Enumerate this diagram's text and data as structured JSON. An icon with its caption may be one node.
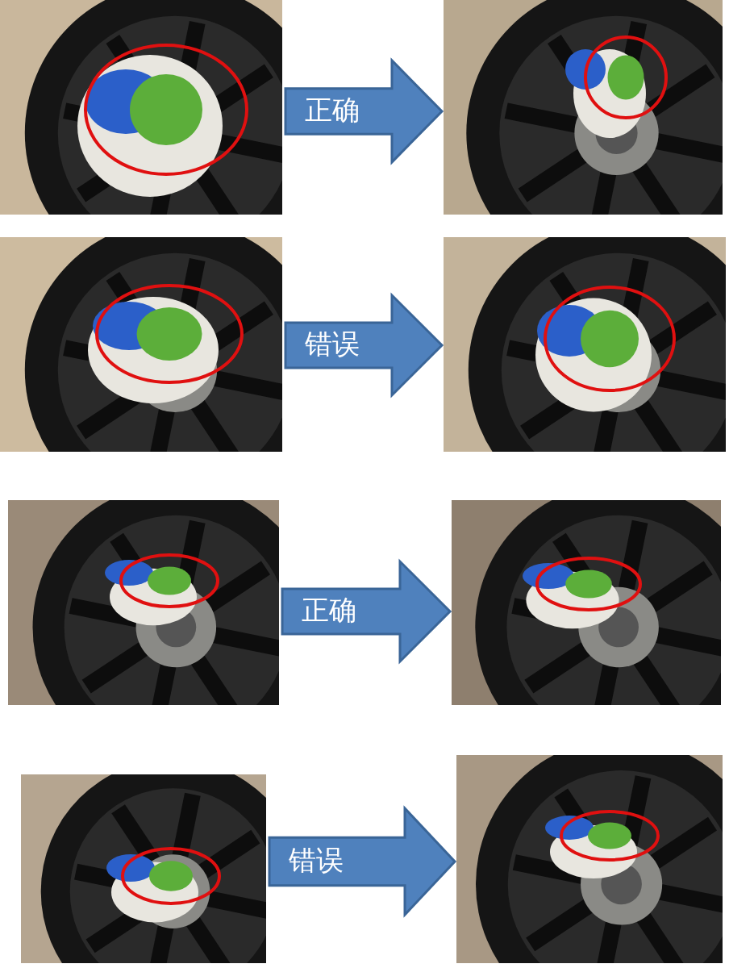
{
  "diagram": {
    "nodes": [
      {
        "text": [],
        "shape": "picture"
      },
      {
        "text": [],
        "shape": "picture"
      },
      {
        "text": [],
        "shape": "picture"
      },
      {
        "text": [],
        "shape": "picture"
      },
      {
        "text": [],
        "shape": "picture"
      },
      {
        "text": [],
        "shape": "picture"
      },
      {
        "text": [],
        "shape": "picture"
      },
      {
        "text": [],
        "shape": "picture"
      }
    ],
    "edges": [
      {
        "from": 0,
        "to": 1,
        "arrow": "to",
        "label": "正确"
      },
      {
        "from": 2,
        "to": 3,
        "arrow": "to",
        "label": "错误"
      },
      {
        "from": 4,
        "to": 5,
        "arrow": "to",
        "label": "正确"
      },
      {
        "from": 6,
        "to": 7,
        "arrow": "to",
        "label": "错误"
      }
    ]
  }
}
